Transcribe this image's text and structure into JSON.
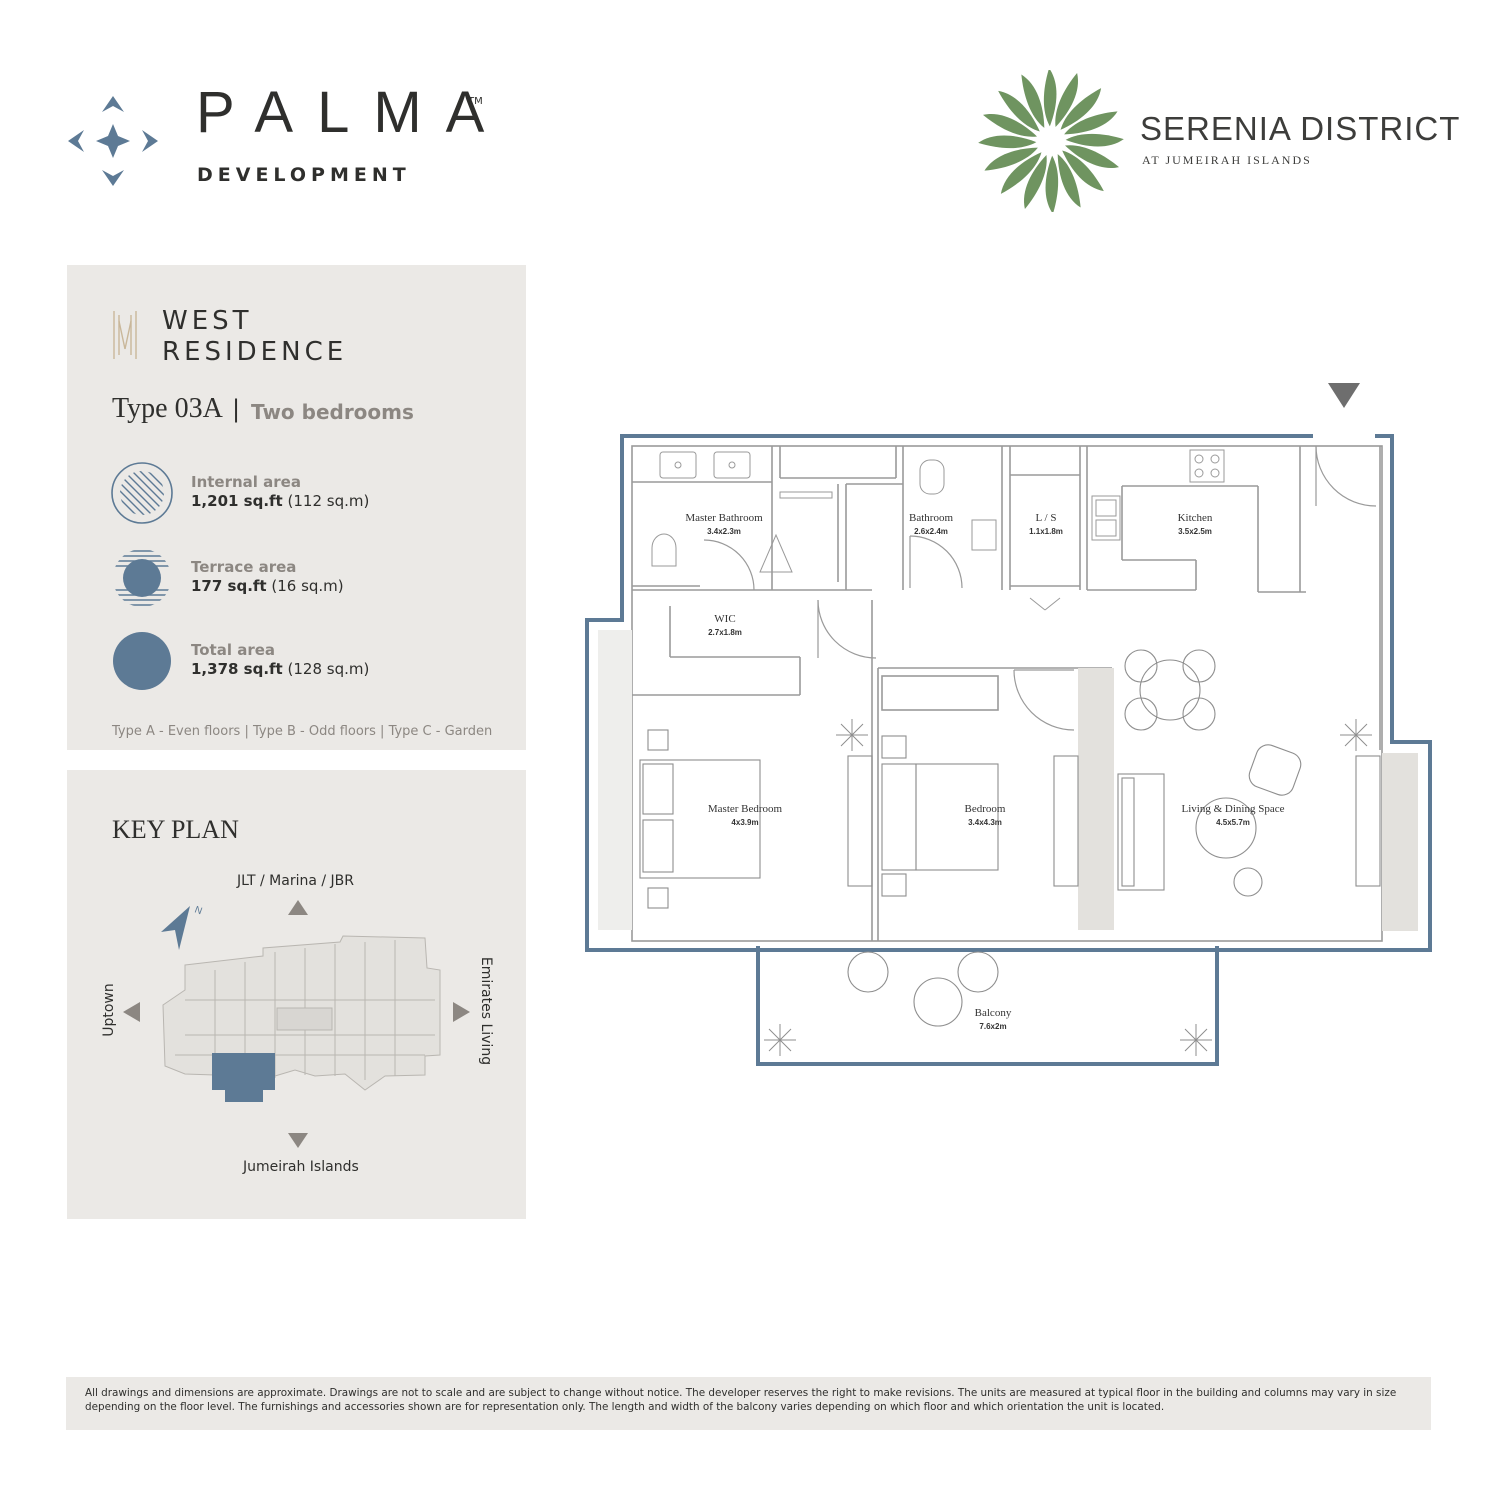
{
  "brand": {
    "name": "PALMA",
    "trademark": "TM",
    "subtitle": "DEVELOPMENT"
  },
  "project": {
    "name": "SERENIA DISTRICT",
    "subtitle": "AT JUMEIRAH ISLANDS"
  },
  "residence": {
    "line1": "WEST",
    "line2": "RESIDENCE"
  },
  "unit": {
    "type": "Type 03A",
    "separator": "|",
    "description": "Two bedrooms"
  },
  "areas": [
    {
      "label": "Internal area",
      "value": "1,201 sq.ft",
      "metric": "(112 sq.m)"
    },
    {
      "label": "Terrace area",
      "value": "177 sq.ft",
      "metric": "(16 sq.m)"
    },
    {
      "label": "Total area",
      "value": "1,378 sq.ft",
      "metric": "(128 sq.m)"
    }
  ],
  "variants_note": "Type A - Even floors | Type B - Odd floors | Type C - Garden",
  "key_plan": {
    "title": "KEY PLAN",
    "north": "N",
    "directions": {
      "top": "JLT / Marina / JBR",
      "left": "Uptown",
      "right": "Emirates Living",
      "bottom": "Jumeirah Islands"
    }
  },
  "rooms": [
    {
      "name": "Master Bathroom",
      "dim": "3.4x2.3m"
    },
    {
      "name": "Bathroom",
      "dim": "2.6x2.4m"
    },
    {
      "name": "L / S",
      "dim": "1.1x1.8m"
    },
    {
      "name": "Kitchen",
      "dim": "3.5x2.5m"
    },
    {
      "name": "WIC",
      "dim": "2.7x1.8m"
    },
    {
      "name": "Master Bedroom",
      "dim": "4x3.9m"
    },
    {
      "name": "Bedroom",
      "dim": "3.4x4.3m"
    },
    {
      "name": "Living & Dining Space",
      "dim": "4.5x5.7m"
    },
    {
      "name": "Balcony",
      "dim": "7.6x2m"
    }
  ],
  "colors": {
    "accent_blue": "#5d7a95",
    "panel_bg": "#ebe9e6",
    "leaf_green": "#6f9460",
    "text_muted": "#8c8782"
  },
  "disclaimer": "All drawings and dimensions are approximate. Drawings are not to scale and are subject to change without notice. The developer reserves the right to make revisions. The units are measured at typical floor in the building and columns may vary in size depending on the floor level. The furnishings and accessories shown are for representation only. The length and width of the balcony varies depending on which floor and which orientation the unit is located."
}
